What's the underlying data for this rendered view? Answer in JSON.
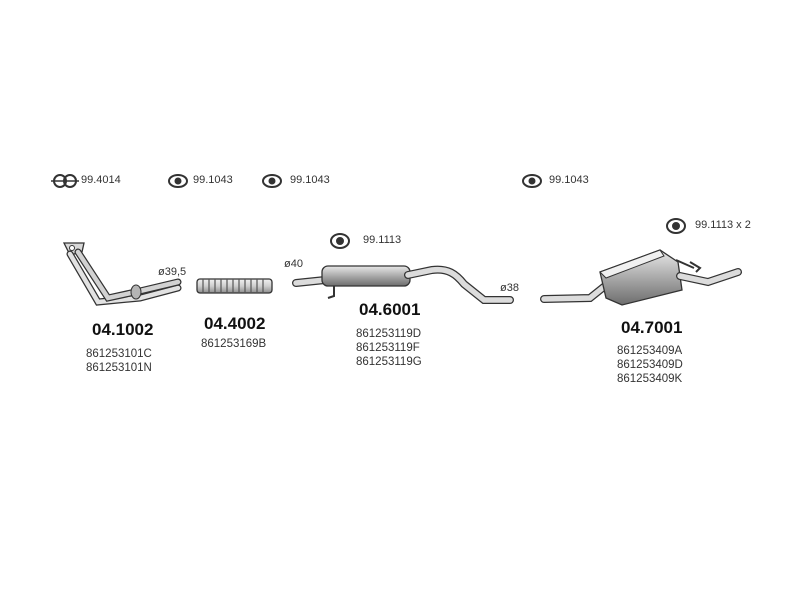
{
  "accessories": {
    "clamp_4014": "99.4014",
    "hanger_1": "99.1043",
    "hanger_2": "99.1043",
    "hanger_3": "99.1043",
    "mount_center": "99.1113",
    "mount_rear": "99.1113 x 2"
  },
  "diameters": {
    "front": "ø39,5",
    "flex": "ø40",
    "center": "ø38"
  },
  "parts": [
    {
      "number": "04.1002",
      "oem": [
        "861253101C",
        "861253101N"
      ]
    },
    {
      "number": "04.4002",
      "oem": [
        "861253169B"
      ]
    },
    {
      "number": "04.6001",
      "oem": [
        "861253119D",
        "861253119F",
        "861253119G"
      ]
    },
    {
      "number": "04.7001",
      "oem": [
        "861253409A",
        "861253409D",
        "861253409K"
      ]
    }
  ],
  "colors": {
    "line": "#333333",
    "fill_light": "#e6e6e6",
    "fill_dark": "#9a9a9a"
  }
}
